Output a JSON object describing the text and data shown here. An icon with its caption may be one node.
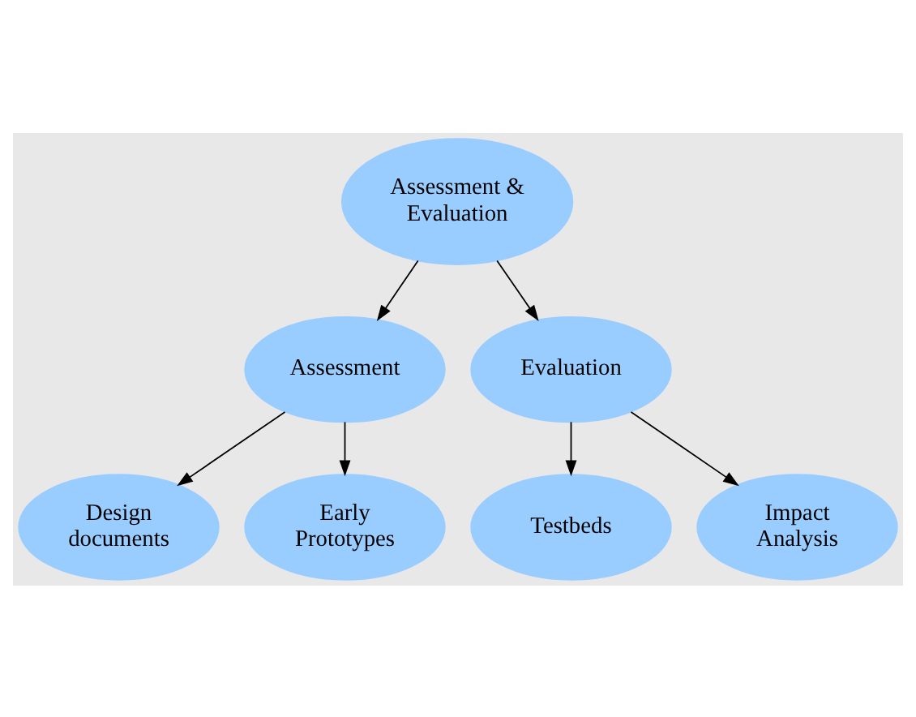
{
  "diagram": {
    "nodes": [
      {
        "text": [
          "Assessment & Evaluation"
        ]
      },
      {
        "text": [
          "Assessment"
        ]
      },
      {
        "text": [
          "Evaluation"
        ]
      },
      {
        "text": [
          "Design documents"
        ]
      },
      {
        "text": [
          "Early Prototypes"
        ]
      },
      {
        "text": [
          "Testbeds"
        ]
      },
      {
        "text": [
          "Impact Analysis"
        ]
      }
    ],
    "edges": [
      {
        "from": 0,
        "to": 1,
        "arrow": "to"
      },
      {
        "from": 0,
        "to": 2,
        "arrow": "to"
      },
      {
        "from": 1,
        "to": 3,
        "arrow": "to"
      },
      {
        "from": 1,
        "to": 4,
        "arrow": "to"
      },
      {
        "from": 2,
        "to": 5,
        "arrow": "to"
      },
      {
        "from": 2,
        "to": 6,
        "arrow": "to"
      }
    ]
  }
}
